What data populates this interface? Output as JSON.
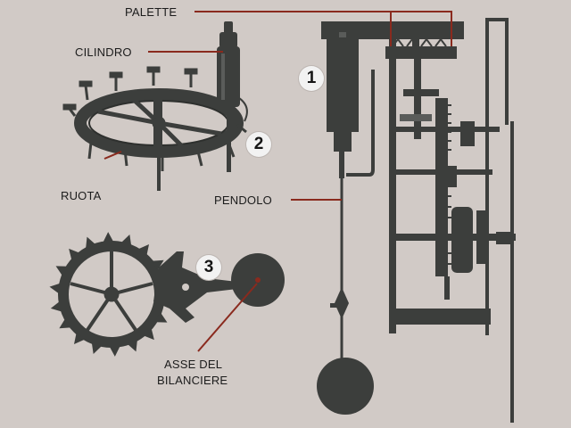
{
  "labels": {
    "palette": "PALETTE",
    "cilindro": "CILINDRO",
    "ruota": "RUOTA",
    "pendolo": "PENDOLO",
    "asse_line1": "ASSE DEL",
    "asse_line2": "BILANCIERE"
  },
  "badges": {
    "one": "1",
    "two": "2",
    "three": "3"
  },
  "colors": {
    "background": "#d1cac6",
    "metal": "#3c3e3c",
    "leader_line": "#8a2a1e",
    "badge_fill": "#f2f2f2"
  }
}
